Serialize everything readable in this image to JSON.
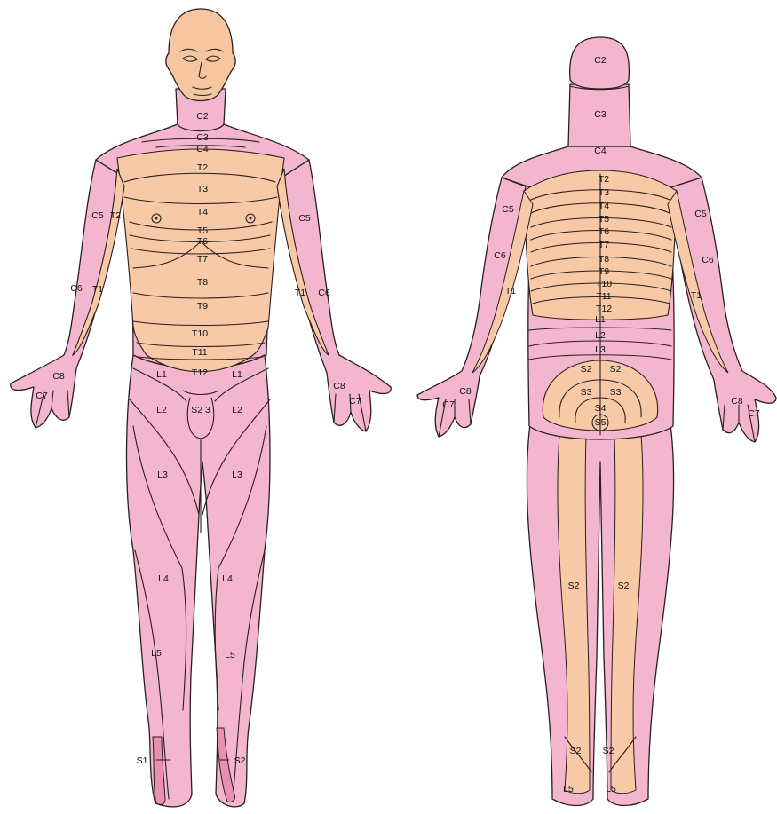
{
  "colors": {
    "pink": "#f4b6cf",
    "peach": "#f8c9a6",
    "skin": "#f5c6a0",
    "outline": "#2a1e1e",
    "background": "#ffffff"
  },
  "anterior": {
    "labels": {
      "c2": "C2",
      "c3": "C3",
      "c4": "C4",
      "t2": "T2",
      "t3": "T3",
      "t4": "T4",
      "t5": "T5",
      "t6": "T6",
      "t7": "T7",
      "t8": "T8",
      "t9": "T9",
      "t10": "T10",
      "t11": "T11",
      "t12": "T12",
      "l1_left": "L1",
      "l1_right": "L1",
      "l2_left": "L2",
      "l2_right": "L2",
      "s23": "S2 3",
      "l3_left": "L3",
      "l3_right": "L3",
      "l4_left": "L4",
      "l4_right": "L4",
      "l5_left": "L5",
      "l5_right": "L5",
      "s1": "S1",
      "s2": "S2",
      "c5_left": "C5",
      "c5_right": "C5",
      "t2_arm": "T2",
      "c6_left": "C6",
      "c6_right": "C6",
      "t1_left": "T1",
      "t1_right": "T1",
      "c8_left": "C8",
      "c8_right": "C8",
      "c7_left": "C7",
      "c7_right": "C7"
    }
  },
  "posterior": {
    "labels": {
      "c2": "C2",
      "c3": "C3",
      "c4": "C4",
      "t2": "T2",
      "t3": "T3",
      "t4": "T4",
      "t5": "T5",
      "t6": "T6",
      "t7": "T7",
      "t8": "T8",
      "t9": "T9",
      "t10": "T10",
      "t11": "T11",
      "t12": "T12",
      "l1": "L1",
      "l2": "L2",
      "l3": "L3",
      "s2_left": "S2",
      "s2_right": "S2",
      "s3_left": "S3",
      "s3_right": "S3",
      "s4": "S4",
      "s5": "S5",
      "c5_left": "C5",
      "c5_right": "C5",
      "c6_left": "C6",
      "c6_right": "C6",
      "t1_left": "T1",
      "t1_right": "T1",
      "c8_left": "C8",
      "c8_right": "C8",
      "c7_left": "C7",
      "c7_right": "C7",
      "s2_thigh_left": "S2",
      "s2_thigh_right": "S2",
      "s2_ankle_left": "S2",
      "s2_ankle_right": "S2",
      "l5_left": "L5",
      "l5_right": "L5"
    }
  }
}
